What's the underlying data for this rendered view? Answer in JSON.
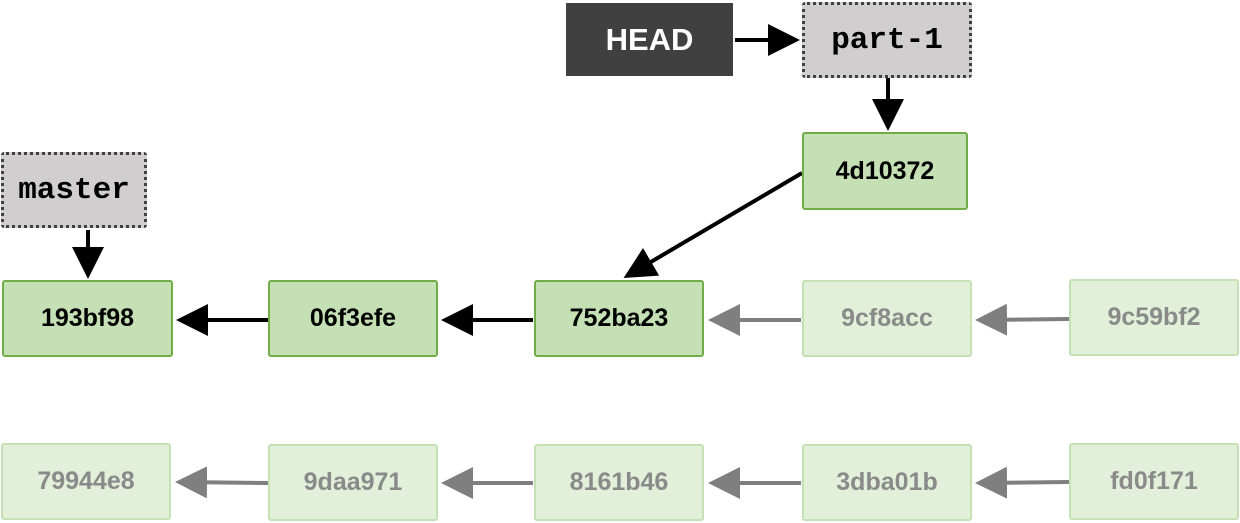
{
  "head": {
    "label": "HEAD"
  },
  "refs": {
    "part1": "part-1",
    "master": "master"
  },
  "commits": {
    "c4d10372": "4d10372",
    "c193bf98": "193bf98",
    "c06f3efe": "06f3efe",
    "c752ba23": "752ba23",
    "c9cf8acc": "9cf8acc",
    "c9c59bf2": "9c59bf2",
    "c79944e8": "79944e8",
    "c9daa971": "9daa971",
    "c8161b46": "8161b46",
    "c3dba01b": "3dba01b",
    "cfd0f171": "fd0f171"
  },
  "colors": {
    "commit_fill": "#c5e0b4",
    "commit_border": "#70ad47",
    "faded_fill": "#e2f0d9",
    "faded_text": "#8a8a8a",
    "ref_fill": "#d0cece",
    "head_fill": "#404040",
    "active_arrow": "#000000",
    "faded_arrow": "#7f7f7f"
  }
}
